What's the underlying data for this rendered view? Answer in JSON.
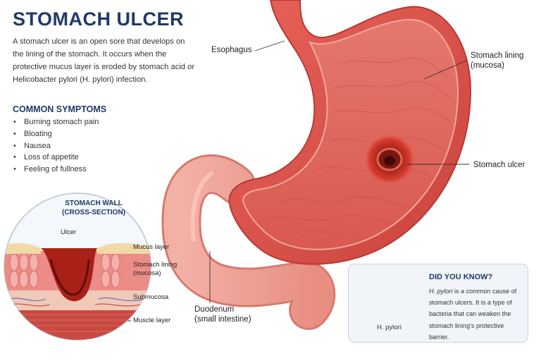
{
  "title": "STOMACH ULCER",
  "intro": "A stomach ulcer is an open sore that develops on the lining of the stomach. It occurs when the protective mucus layer is eroded by stomach acid or Helicobacter pylori (H. pylori) infection.",
  "symptoms": {
    "heading": "COMMON SYMPTOMS",
    "items": [
      "Burning stomach pain",
      "Bloating",
      "Nausea",
      "Loss of appetite",
      "Feeling of fullness"
    ]
  },
  "stomach_labels": {
    "esophagus": "Esophagus",
    "lining_line1": "Stomach lining",
    "lining_line2": "(mucosa)",
    "ulcer": "Stomach ulcer",
    "duodenum_line1": "Duodenum",
    "duodenum_line2": "(small intestine)"
  },
  "inset": {
    "title_line1": "STOMACH WALL",
    "title_line2": "(CROSS-SECTION)",
    "ulcer": "Ulcer",
    "mucus": "Mucus layer",
    "lining_line1": "Stomach lining",
    "lining_line2": "(mucosa)",
    "submucosa": "Submucosa",
    "muscle": "Muscle layer"
  },
  "did_you_know": {
    "title": "DID YOU KNOW?",
    "term": "H. pylori",
    "text": " is a common cause of stomach ulcers. It is a type of bacteria that can weaken the stomach lining's protective barrier.",
    "bacteria_label": "H. pylori"
  },
  "colors": {
    "heading": "#1e3a66",
    "stomach_outer": "#d9534f",
    "stomach_inner": "#e7766c",
    "ulcer": "#b3201a",
    "bacteria": "#7aa33a"
  }
}
